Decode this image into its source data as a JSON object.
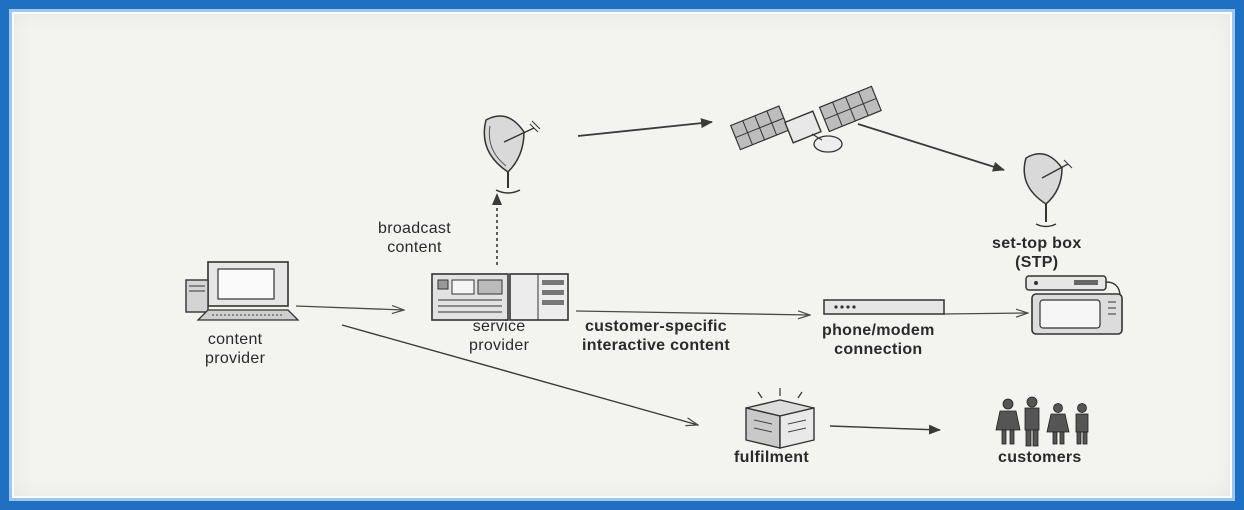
{
  "labels": {
    "broadcast_line1": "broadcast",
    "broadcast_line2": "content",
    "stb_line1": "set-top box",
    "stb_line2": "(STP)",
    "content_provider_line1": "content",
    "content_provider_line2": "provider",
    "service_provider_line1": "service",
    "service_provider_line2": "provider",
    "interactive_line1": "customer-specific",
    "interactive_line2": "interactive content",
    "phone_line1": "phone/modem",
    "phone_line2": "connection",
    "fulfilment": "fulfilment",
    "customers": "customers"
  },
  "icons": {
    "computer": "computer-icon",
    "server": "server-icon",
    "uplink_dish": "satellite-dish-icon",
    "satellite": "satellite-icon",
    "receiver_dish": "satellite-dish-icon",
    "set_top_box": "set-top-box-icon",
    "modem": "modem-icon",
    "fulfilment": "package-icon",
    "customers": "people-icon"
  },
  "colors": {
    "frame": "#1f6fc3",
    "ink": "#2a2a2a"
  }
}
